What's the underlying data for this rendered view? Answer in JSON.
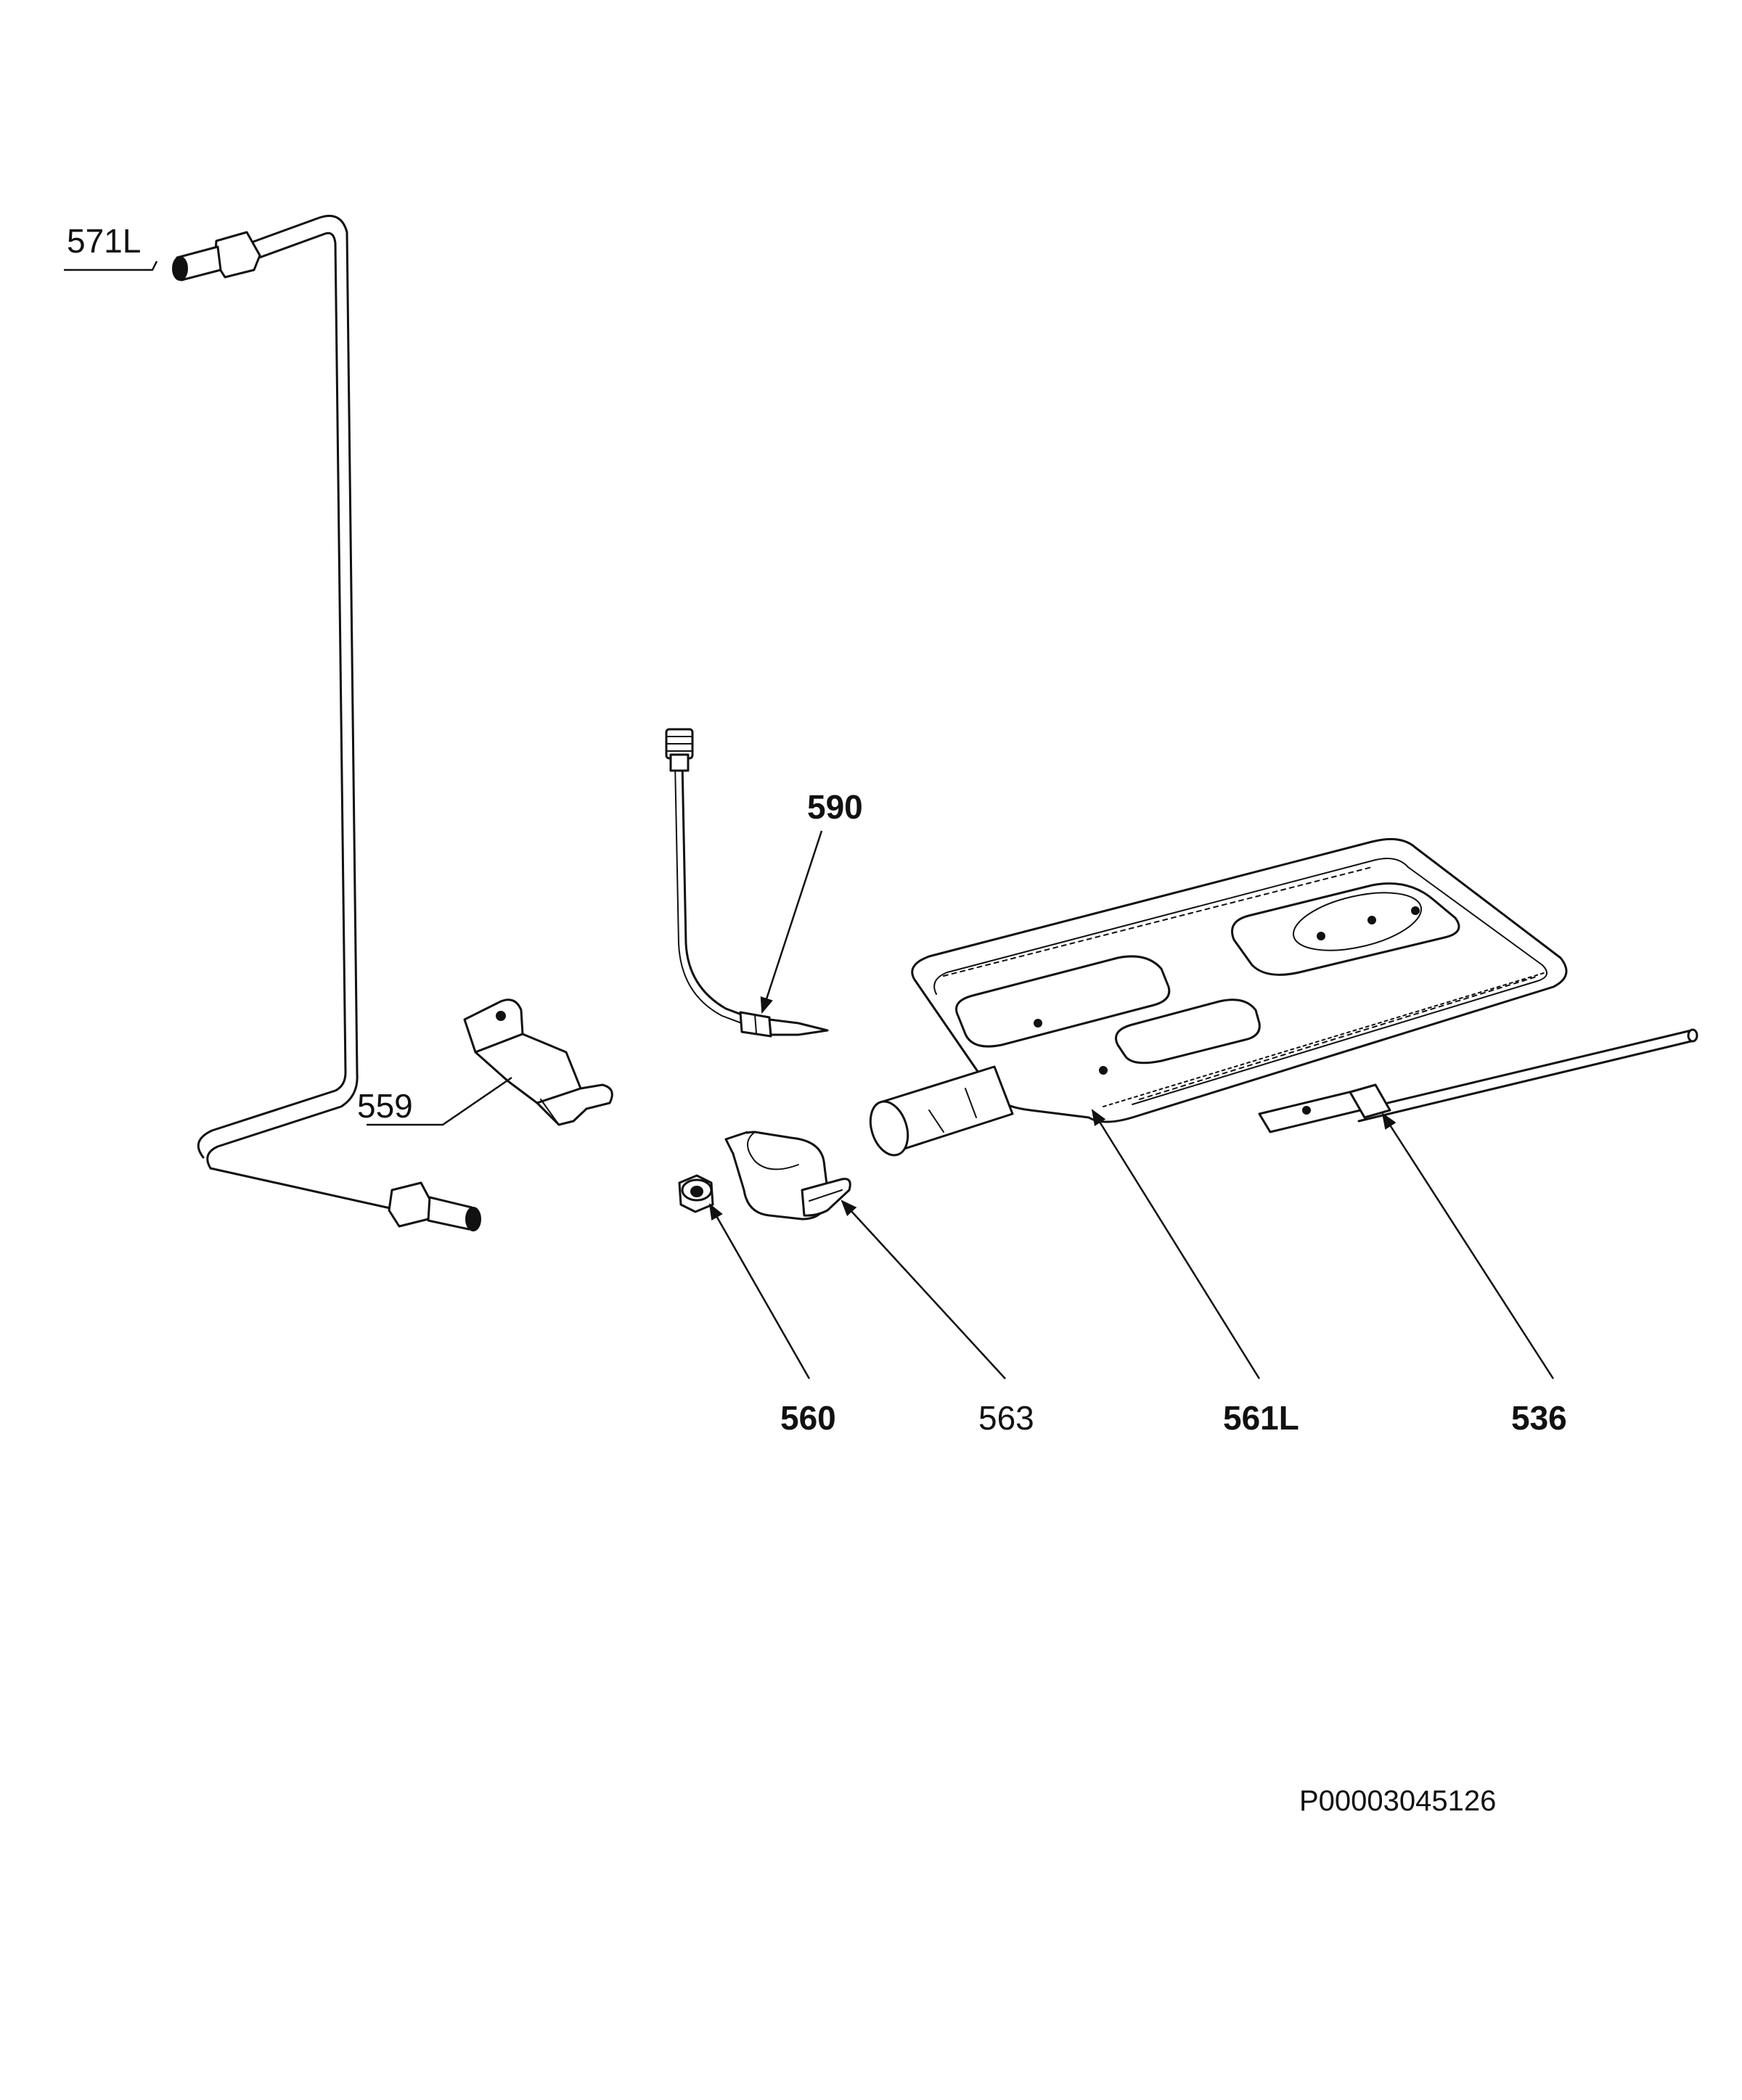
{
  "diagram": {
    "callouts": {
      "c571L": "571L",
      "c559": "559",
      "c590": "590",
      "c560": "560",
      "c563": "563",
      "c561L": "561L",
      "c536": "536"
    },
    "document_id": "P00003045126"
  }
}
